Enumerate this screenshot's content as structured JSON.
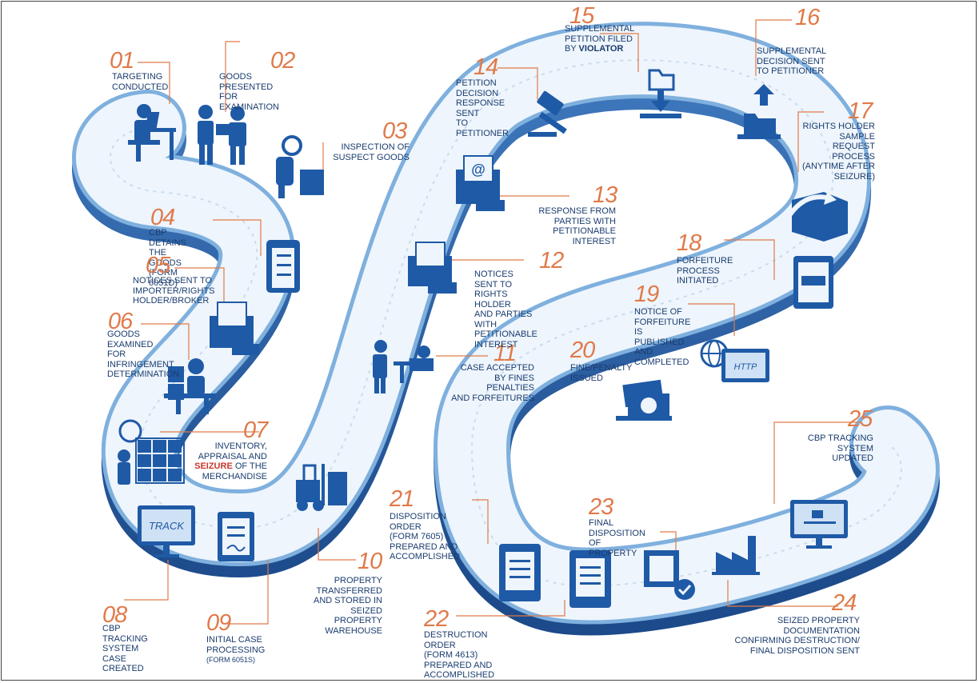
{
  "colors": {
    "road_top": "#e8f1fb",
    "road_side": "#2a5d9e",
    "road_edge": "#7fb0de",
    "icon": "#1f5aa6",
    "number": "#e07a4a",
    "leader": "#e07a4a",
    "label": "#1a3c6e",
    "highlight": "#c8372d"
  },
  "steps": [
    {
      "num": "01",
      "label": "TARGETING\nCONDUCTED",
      "icon": "person-at-computer-icon"
    },
    {
      "num": "02",
      "label": "GOODS PRESENTED\nFOR EXAMINATION",
      "icon": "cbp-officers-with-box-icon"
    },
    {
      "num": "03",
      "label": "INSPECTION OF\nSUSPECT GOODS",
      "icon": "inspector-magnifier-icon"
    },
    {
      "num": "04",
      "label": "CBP DETAINS THE GOODS\n(FORM 6051D)",
      "icon": "clipboard-checklist-icon"
    },
    {
      "num": "05",
      "label": "NOTICES SENT TO\nIMPORTER/RIGHTS\nHOLDER/BROKER",
      "icon": "notice-envelope-icon"
    },
    {
      "num": "06",
      "label": "GOODS EXAMINED\nFOR INFRINGEMENT\nDETERMINATION",
      "icon": "examiner-at-desk-icon"
    },
    {
      "num": "07",
      "label_a": "INVENTORY,\nAPPRAISAL AND",
      "label_hl": "SEIZURE",
      "label_b": "OF THE\nMERCHANDISE",
      "icon": "inventory-boxes-icon"
    },
    {
      "num": "08",
      "label": "CBP TRACKING SYSTEM\nCASE CREATED",
      "icon": "track-monitor-icon",
      "screen_text": "TRACK"
    },
    {
      "num": "09",
      "label": "INITIAL CASE PROCESSING",
      "sub": "(FORM 6051S)",
      "icon": "document-signing-icon"
    },
    {
      "num": "10",
      "label": "PROPERTY\nTRANSFERRED\nAND STORED IN\nSEIZED PROPERTY\nWAREHOUSE",
      "icon": "forklift-icon"
    },
    {
      "num": "11",
      "label": "CASE ACCEPTED\nBY FINES\nPENALTIES\nAND FORFEITURES",
      "icon": "officer-handoff-desk-icon"
    },
    {
      "num": "12",
      "label": "NOTICES SENT TO\nRIGHTS HOLDER\nAND PARTIES WITH\nPETITIONABLE\nINTEREST",
      "icon": "notice-envelope-icon"
    },
    {
      "num": "13",
      "label": "RESPONSE FROM\nPARTIES WITH\nPETITIONABLE\nINTEREST",
      "icon": "email-notice-icon"
    },
    {
      "num": "14",
      "label": "PETITION\nDECISION\nRESPONSE SENT\nTO PETITIONER",
      "icon": "gavel-icon"
    },
    {
      "num": "15",
      "label_a": "SUPPLEMENTAL\nPETITION FILED\nBY",
      "label_hl": "VIOLATOR",
      "icon": "folder-download-icon"
    },
    {
      "num": "16",
      "label": "SUPPLEMENTAL\nDECISION SENT\nTO PETITIONER",
      "icon": "folder-upload-icon"
    },
    {
      "num": "17",
      "label_a": "RIGHTS HOLDER\nSAMPLE REQUEST\nPROCESS\n(ANYTIME AFTER\nSEIZURE)",
      "icon": "open-box-arrow-icon"
    },
    {
      "num": "18",
      "label": "FORFEITURE PROCESS\nINITIATED",
      "icon": "notice-document-icon"
    },
    {
      "num": "19",
      "label": "NOTICE OF FORFEITURE\nIS PUBLISHED AND\nCOMPLETED",
      "icon": "globe-http-monitor-icon",
      "screen_text": "HTTP"
    },
    {
      "num": "20",
      "label": "FINE/PENALTY\nISSUED",
      "icon": "money-stack-icon"
    },
    {
      "num": "21",
      "label": "DISPOSITION\nORDER\n(FORM 7605)\nPREPARED AND\nACCOMPLISHED",
      "icon": "form-7605-document-icon"
    },
    {
      "num": "22",
      "label": "DESTRUCTION ORDER\n(FORM 4613)\nPREPARED AND\nACCOMPLISHED",
      "icon": "form-4613-document-icon"
    },
    {
      "num": "23",
      "label": "FINAL DISPOSITION\nOF PROPERTY",
      "icon": "box-checkmark-icon"
    },
    {
      "num": "24",
      "label": "SEIZED PROPERTY\nDOCUMENTATION\nCONFIRMING DESTRUCTION/\nFINAL DISPOSITION SENT",
      "icon": "factory-icon"
    },
    {
      "num": "25",
      "label": "CBP TRACKING\nSYSTEM UPDATED",
      "icon": "tracking-monitor-icon"
    }
  ]
}
